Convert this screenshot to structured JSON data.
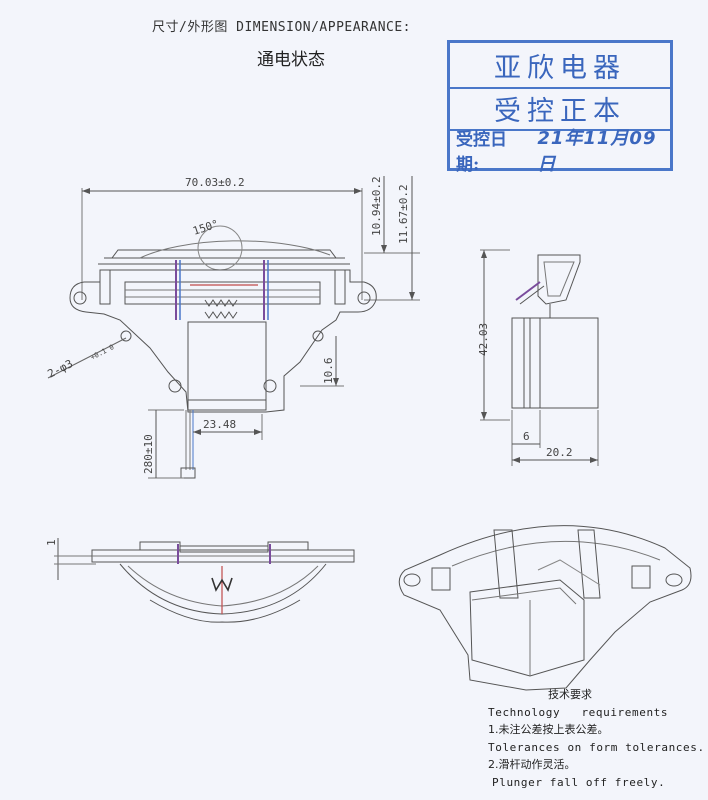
{
  "header": {
    "title": "尺寸/外形图 DIMENSION/APPEARANCE:",
    "subtitle": "通电状态"
  },
  "stamp": {
    "company": "亚欣电器",
    "status": "受控正本",
    "date_label": "受控日期:",
    "date_value": "21年11月09日",
    "color": "#4a77c9"
  },
  "dimensions": {
    "overall_width": "70.03±0.2",
    "height_a": "10.94±0.2",
    "height_b": "11.67±0.2",
    "angle": "150°",
    "holes": "2-φ3",
    "holes_tol": "+0.1 0",
    "height_c": "10.6",
    "body_width": "23.48",
    "wire_length": "280±10",
    "side_height": "42.03",
    "side_small": "6",
    "side_width": "20.2",
    "thickness": "1"
  },
  "notes": {
    "title": "技术要求",
    "heading_en": "Technology requirements",
    "item1_cn": "1.未注公差按上表公差。",
    "item1_en": "Tolerances on form tolerances.",
    "item2_cn": "2.滑杆动作灵活。",
    "item2_en": "Plunger fall off freely."
  }
}
